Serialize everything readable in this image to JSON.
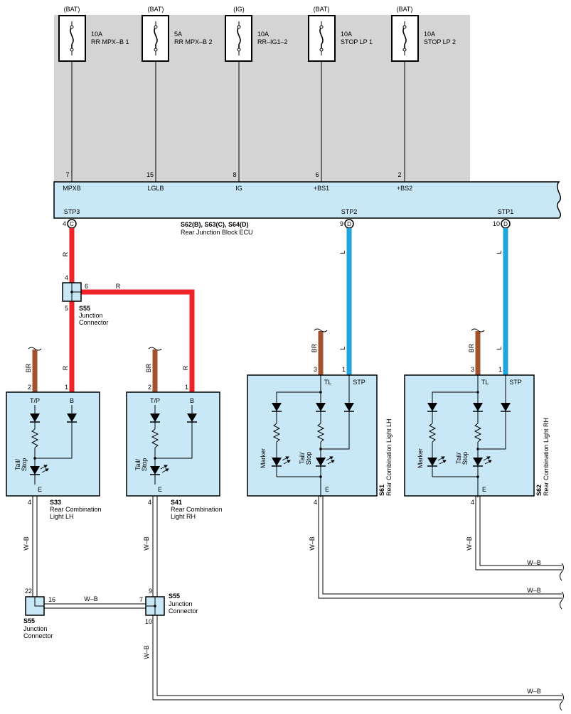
{
  "fuses": [
    {
      "source": "(BAT)",
      "rating": "10A",
      "name": "RR MPX–B 1",
      "pin": "7",
      "terminal": "MPXB"
    },
    {
      "source": "(BAT)",
      "rating": "5A",
      "name": "RR MPX–B 2",
      "pin": "15",
      "terminal": "LGLB"
    },
    {
      "source": "(IG)",
      "rating": "10A",
      "name": "RR–IG1–2",
      "pin": "8",
      "terminal": "IG"
    },
    {
      "source": "(BAT)",
      "rating": "10A",
      "name": "STOP LP 1",
      "pin": "6",
      "terminal": "+BS1"
    },
    {
      "source": "(BAT)",
      "rating": "10A",
      "name": "STOP LP 2",
      "pin": "2",
      "terminal": "+BS2"
    }
  ],
  "ecu": {
    "ids": "S62(B), S63(C), S64(D)",
    "name": "Rear Junction Block ECU",
    "outputs": [
      {
        "name": "STP3",
        "pin": "4",
        "connector": "C"
      },
      {
        "name": "STP2",
        "pin": "9",
        "connector": "D"
      },
      {
        "name": "STP1",
        "pin": "10",
        "connector": "D"
      }
    ]
  },
  "junction_top": {
    "id": "S55",
    "name1": "Junction",
    "name2": "Connector",
    "pin_in": "4",
    "pin_out": "5",
    "pin_side": "6"
  },
  "junction_bl": {
    "id": "S55",
    "name1": "Junction",
    "name2": "Connector",
    "pin_up": "22",
    "pin_right": "16"
  },
  "junction_br": {
    "id": "S55",
    "name1": "Junction",
    "name2": "Connector",
    "pin_up": "9",
    "pin_left": "7",
    "pin_down": "10"
  },
  "lights": {
    "s33": {
      "id": "S33",
      "name1": "Rear Combination",
      "name2": "Light LH",
      "pin_tp": "2",
      "pin_b": "1",
      "pin_e": "4",
      "term_tp": "T/P",
      "term_b": "B",
      "term_e": "E",
      "bulb1": "Tail/",
      "bulb2": "Stop"
    },
    "s41": {
      "id": "S41",
      "name1": "Rear Combination",
      "name2": "Light RH",
      "pin_tp": "2",
      "pin_b": "1",
      "pin_e": "4",
      "term_tp": "T/P",
      "term_b": "B",
      "term_e": "E",
      "bulb1": "Tail/",
      "bulb2": "Stop"
    },
    "s61": {
      "id": "S61",
      "name": "Rear Combination Light LH",
      "pin_tl": "3",
      "pin_stp": "1",
      "pin_e": "4",
      "term_tl": "TL",
      "term_stp": "STP",
      "term_e": "E",
      "marker": "Marker",
      "bulb1": "Tail/",
      "bulb2": "Stop"
    },
    "s62": {
      "id": "S62",
      "name": "Rear Combination Light RH",
      "pin_tl": "3",
      "pin_stp": "1",
      "pin_e": "4",
      "term_tl": "TL",
      "term_stp": "STP",
      "term_e": "E",
      "marker": "Marker",
      "bulb1": "Tail/",
      "bulb2": "Stop"
    }
  },
  "wires": {
    "red": "R",
    "blue": "L",
    "brown": "BR",
    "ground": "W–B"
  },
  "colors": {
    "red": "#ee2227",
    "blue": "#1ea5e0",
    "brown": "#a0532d",
    "panel": "#d4d4d4",
    "box": "#c8e8f7"
  }
}
